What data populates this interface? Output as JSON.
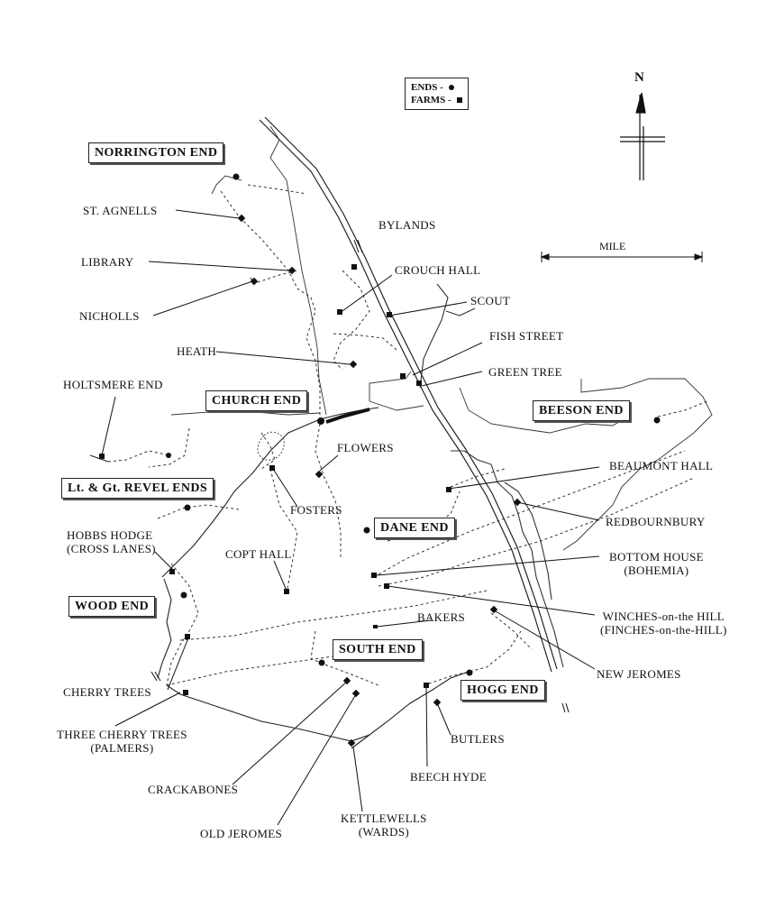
{
  "legend": {
    "ends_label": "ENDS -",
    "farms_label": "FARMS -"
  },
  "north_label": "N",
  "scale_label": "MILE",
  "ends": [
    {
      "name": "NORRINGTON END"
    },
    {
      "name": "CHURCH END"
    },
    {
      "name": "BEESON END"
    },
    {
      "name": "Lt. & Gt. REVEL ENDS"
    },
    {
      "name": "DANE END"
    },
    {
      "name": "WOOD END"
    },
    {
      "name": "SOUTH END"
    },
    {
      "name": "HOGG END"
    }
  ],
  "places": [
    {
      "name": "ST. AGNELLS"
    },
    {
      "name": "LIBRARY"
    },
    {
      "name": "NICHOLLS"
    },
    {
      "name": "HEATH"
    },
    {
      "name": "HOLTSMERE END"
    },
    {
      "name": "BYLANDS"
    },
    {
      "name": "CROUCH HALL"
    },
    {
      "name": "SCOUT"
    },
    {
      "name": "FISH STREET"
    },
    {
      "name": "GREEN TREE"
    },
    {
      "name": "FLOWERS"
    },
    {
      "name": "FOSTERS"
    },
    {
      "name": "HOBBS HODGE",
      "sub": "(CROSS LANES)"
    },
    {
      "name": "COPT HALL"
    },
    {
      "name": "BEAUMONT HALL"
    },
    {
      "name": "REDBOURNBURY"
    },
    {
      "name": "BOTTOM HOUSE",
      "sub": "(BOHEMIA)"
    },
    {
      "name": "WINCHES-on-the HILL",
      "sub": "(FINCHES-on-the-HILL)"
    },
    {
      "name": "BAKERS"
    },
    {
      "name": "NEW JEROMES"
    },
    {
      "name": "CHERRY TREES"
    },
    {
      "name": "THREE CHERRY TREES",
      "sub": "(PALMERS)"
    },
    {
      "name": "CRACKABONES"
    },
    {
      "name": "OLD JEROMES"
    },
    {
      "name": "KETTLEWELLS",
      "sub": "(WARDS)"
    },
    {
      "name": "BEECH HYDE"
    },
    {
      "name": "BUTLERS"
    }
  ]
}
